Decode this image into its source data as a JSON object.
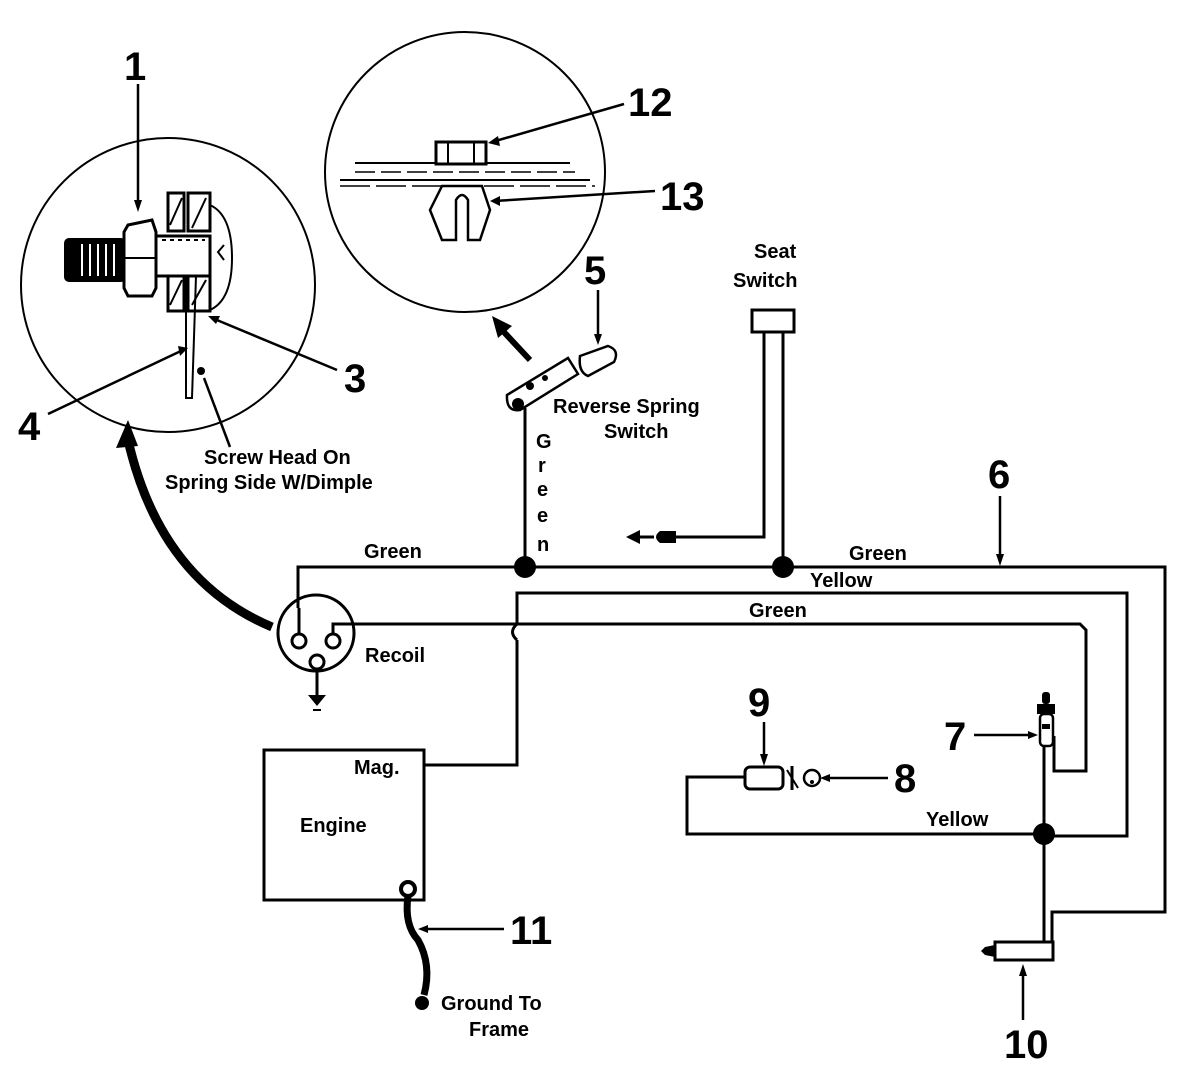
{
  "diagram": {
    "title": "Safety interlock wiring diagram",
    "callouts": {
      "c1": "1",
      "c3": "3",
      "c4": "4",
      "c5": "5",
      "c6": "6",
      "c7": "7",
      "c8": "8",
      "c9": "9",
      "c10": "10",
      "c11": "11",
      "c12": "12",
      "c13": "13"
    },
    "labels": {
      "screw_head_line1": "Screw Head On",
      "screw_head_line2": "Spring Side W/Dimple",
      "reverse_spring_line1": "Reverse Spring",
      "reverse_spring_line2": "Switch",
      "seat_switch_line1": "Seat",
      "seat_switch_line2": "Switch",
      "recoil": "Recoil",
      "mag": "Mag.",
      "engine": "Engine",
      "ground_line1": "Ground To",
      "ground_line2": "Frame"
    },
    "wire_colors": {
      "green_top_left": "Green",
      "green_vertical": [
        "G",
        "r",
        "e",
        "e",
        "n"
      ],
      "green_top_right": "Green",
      "yellow_top": "Yellow",
      "green_mid": "Green",
      "yellow_bottom": "Yellow"
    }
  }
}
